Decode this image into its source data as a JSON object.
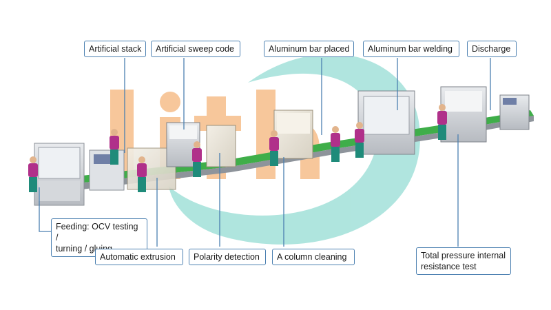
{
  "diagram": {
    "watermark_text": "lith",
    "colors": {
      "leader_line": "#4a7fb0",
      "label_border": "#4a7fb0",
      "watermark_orange": "#f29a4a",
      "watermark_teal": "#6fd0c4",
      "worker_shirt": "#b0308a",
      "worker_pants": "#1f8b7a",
      "conveyor_green": "#3fae49",
      "machine_grey": "#c9ccd1"
    },
    "labels_top": [
      {
        "text": "Artificial stack"
      },
      {
        "text": "Artificial sweep code"
      },
      {
        "text": "Aluminum bar placed"
      },
      {
        "text": "Aluminum bar welding"
      },
      {
        "text": "Discharge"
      }
    ],
    "labels_bottom": [
      {
        "lines": [
          "Feeding: OCV testing /",
          "turning / gluing"
        ]
      },
      {
        "text": "Automatic extrusion"
      },
      {
        "text": "Polarity detection"
      },
      {
        "text": "A column cleaning"
      },
      {
        "lines": [
          "Total pressure internal",
          "resistance test"
        ]
      }
    ]
  }
}
